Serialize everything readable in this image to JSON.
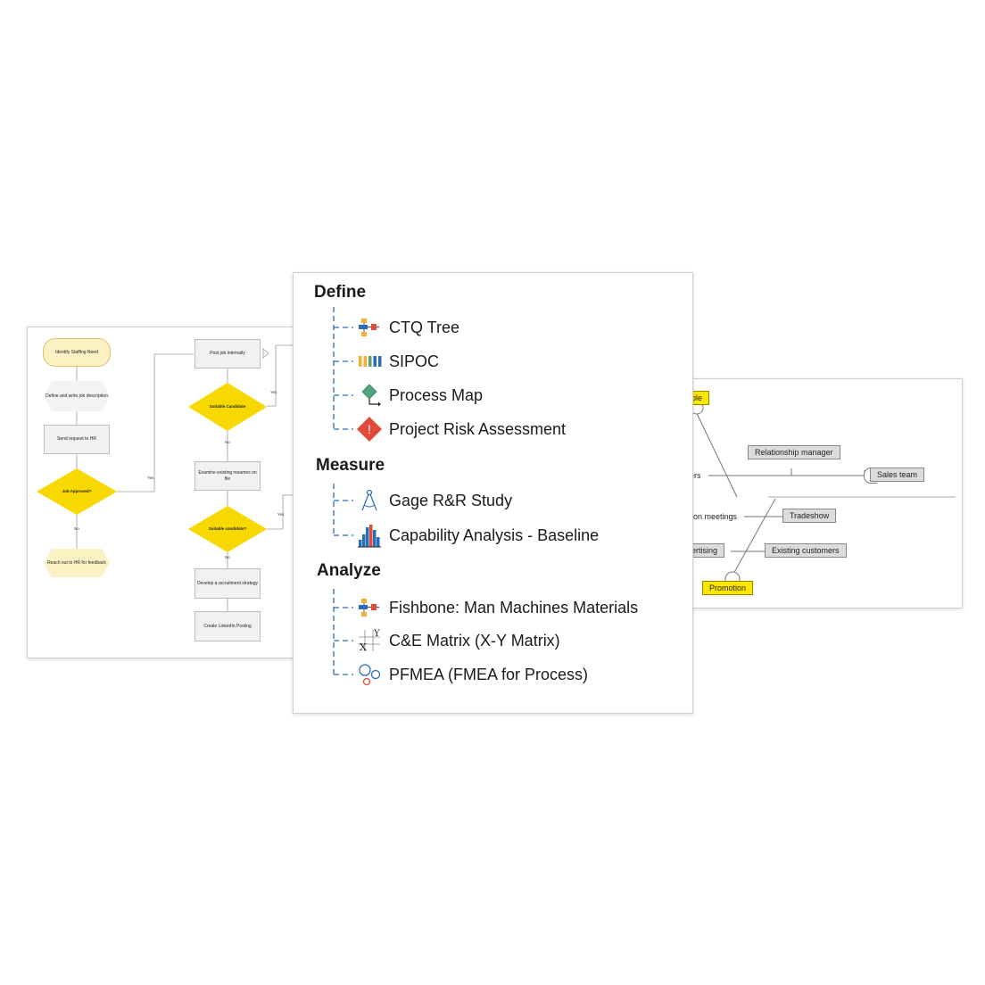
{
  "flowchart": {
    "start": "Identify Staffing Need",
    "define_job": "Define and write job description",
    "send_request": "Send request to HR",
    "job_approved": "Job Approved?",
    "reach_out": "Reach out to HR for feedback",
    "post_job": "Post job internally",
    "suitable_candidate": "Suitable Candidate",
    "examine": "Examine existing resumes on file",
    "suitable_candidate_2": "Suitable candidate?",
    "develop_strategy": "Develop a recruitment strategy",
    "linkedin": "Create LinkedIn Posting",
    "yes": "Yes",
    "no": "No"
  },
  "fishbone": {
    "people": "ple",
    "relationship_manager": "Relationship manager",
    "ers": "ers",
    "sales_team": "Sales team",
    "meetings": "on meetings",
    "tradeshow": "Tradeshow",
    "advertising": "ertising",
    "existing_customers": "Existing customers",
    "promotion": "Promotion"
  },
  "tree": {
    "sections": [
      {
        "title": "Define",
        "items": [
          {
            "label": "CTQ Tree",
            "icon": "ctq-tree-icon"
          },
          {
            "label": "SIPOC",
            "icon": "sipoc-icon"
          },
          {
            "label": "Process Map",
            "icon": "process-map-icon"
          },
          {
            "label": "Project Risk Assessment",
            "icon": "risk-warning-icon"
          }
        ]
      },
      {
        "title": "Measure",
        "items": [
          {
            "label": "Gage R&R Study",
            "icon": "compass-icon"
          },
          {
            "label": "Capability Analysis - Baseline",
            "icon": "histogram-icon"
          }
        ]
      },
      {
        "title": "Analyze",
        "items": [
          {
            "label": "Fishbone: Man Machines Materials",
            "icon": "fishbone-icon"
          },
          {
            "label": "C&E Matrix (X-Y Matrix)",
            "icon": "matrix-icon"
          },
          {
            "label": "PFMEA (FMEA for Process)",
            "icon": "pfmea-circles-icon"
          }
        ]
      }
    ]
  },
  "colors": {
    "tree_line": "#2a6db5",
    "diamond": "#f7d800",
    "highlight": "#ffe600"
  }
}
